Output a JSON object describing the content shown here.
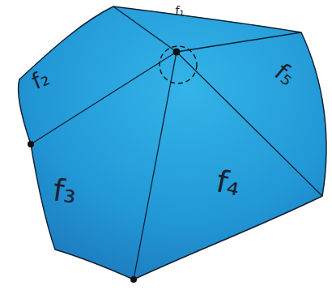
{
  "diagram": {
    "labels": [
      "f₁",
      "f₂",
      "f₃",
      "f₄",
      "f₅"
    ]
  }
}
